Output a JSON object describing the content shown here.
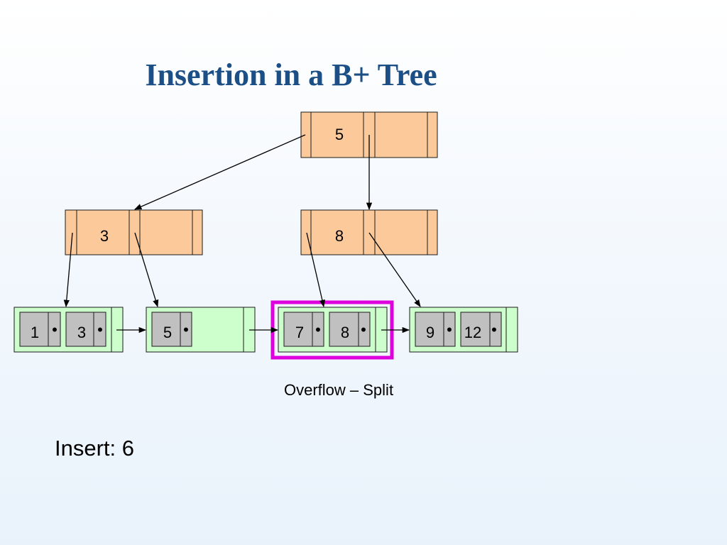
{
  "title": "Insertion in a B+ Tree",
  "colors": {
    "internal_fill": "#fcc99a",
    "internal_stroke": "#1a1a1a",
    "leaf_fill": "#ccffcc",
    "key_cell_fill": "#c0c0c0",
    "highlight": "#dd00dd",
    "title": "#1b4f86"
  },
  "tree": {
    "root": {
      "keys": [
        "5"
      ]
    },
    "internal_left": {
      "keys": [
        "3"
      ]
    },
    "internal_right": {
      "keys": [
        "8"
      ]
    },
    "leaves": [
      {
        "keys": [
          "1",
          "3"
        ]
      },
      {
        "keys": [
          "5"
        ]
      },
      {
        "keys": [
          "7",
          "8"
        ],
        "highlighted": true
      },
      {
        "keys": [
          "9",
          "12"
        ]
      }
    ],
    "pointer_glyph": "•"
  },
  "annotation": "Overflow – Split",
  "operation": "Insert: 6"
}
